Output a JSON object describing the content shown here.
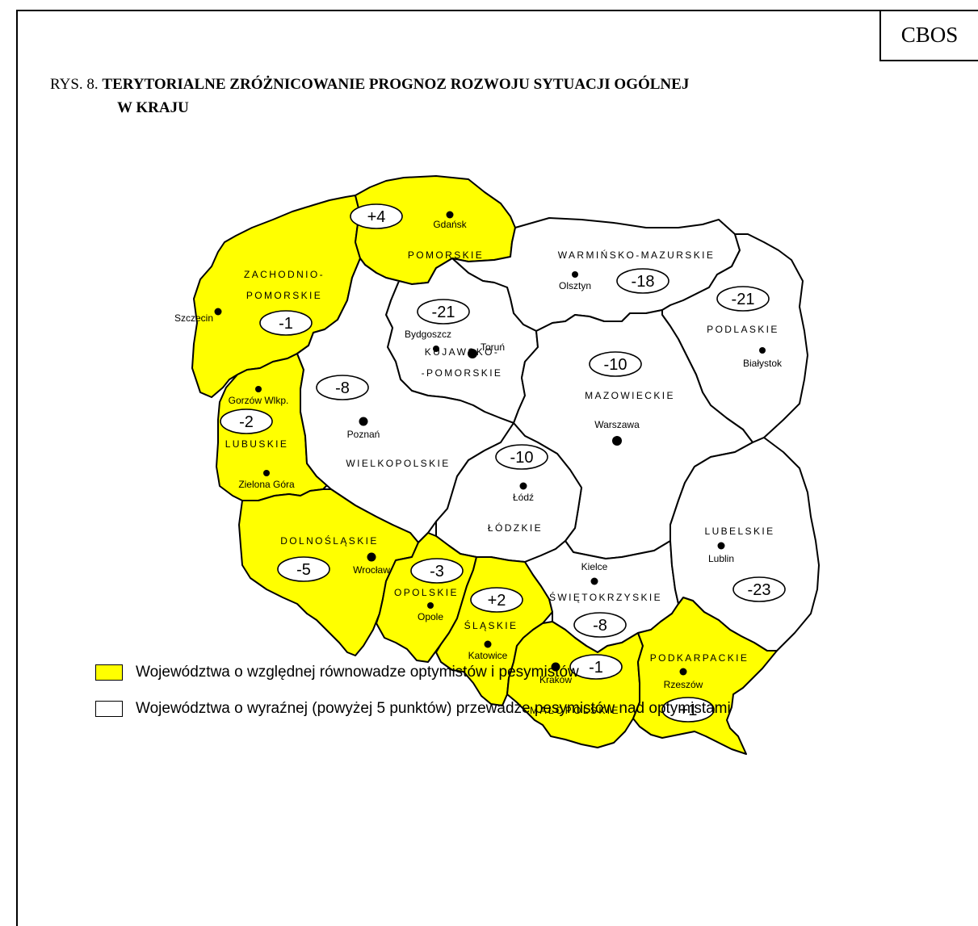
{
  "brand": "CBOS",
  "title": {
    "prefix": "RYS. 8.",
    "line1": "TERYTORIALNE ZRÓŻNICOWANIE PROGNOZ ROZWOJU SYTUACJI OGÓLNEJ",
    "line2": "W  KRAJU"
  },
  "colors": {
    "balanced": "#FFFF00",
    "pessimistic": "#FFFFFF",
    "border": "#000000"
  },
  "regions": [
    {
      "name": "ZACHODNIO-\nPOMORSKIE",
      "value": "-1",
      "category": "balanced"
    },
    {
      "name": "POMORSKIE",
      "value": "+4",
      "category": "balanced"
    },
    {
      "name": "WARMIŃSKO-MAZURSKIE",
      "value": "-18",
      "category": "pessimistic"
    },
    {
      "name": "PODLASKIE",
      "value": "-21",
      "category": "pessimistic"
    },
    {
      "name": "KUJAWSKO-\n-POMORSKIE",
      "value": "-21",
      "category": "pessimistic"
    },
    {
      "name": "LUBUSKIE",
      "value": "-2",
      "category": "balanced"
    },
    {
      "name": "WIELKOPOLSKIE",
      "value": "-8",
      "category": "pessimistic"
    },
    {
      "name": "MAZOWIECKIE",
      "value": "-10",
      "category": "pessimistic"
    },
    {
      "name": "ŁÓDZKIE",
      "value": "-10",
      "category": "pessimistic"
    },
    {
      "name": "DOLNOŚLĄSKIE",
      "value": "-5",
      "category": "balanced"
    },
    {
      "name": "OPOLSKIE",
      "value": "-3",
      "category": "balanced"
    },
    {
      "name": "ŚLĄSKIE",
      "value": "+2",
      "category": "balanced"
    },
    {
      "name": "ŚWIĘTOKRZYSKIE",
      "value": "-8",
      "category": "pessimistic"
    },
    {
      "name": "MAŁOPOLSKIE",
      "value": "-1",
      "category": "balanced"
    },
    {
      "name": "PODKARPACKIE",
      "value": "+1",
      "category": "balanced"
    },
    {
      "name": "LUBELSKIE",
      "value": "-23",
      "category": "pessimistic"
    }
  ],
  "cities": [
    "Szczecin",
    "Gdańsk",
    "Olsztyn",
    "Białystok",
    "Bydgoszcz",
    "Toruń",
    "Gorzów Wlkp.",
    "Poznań",
    "Warszawa",
    "Zielona Góra",
    "Łódź",
    "Wrocław",
    "Opole",
    "Kielce",
    "Lublin",
    "Katowice",
    "Kraków",
    "Rzeszów"
  ],
  "legend": [
    {
      "label": "Województwa o względnej równowadze optymistów i pesymistów",
      "color": "#FFFF00"
    },
    {
      "label": "Województwa o wyraźnej (powyżej 5 punktów) przewadze pesymistów nad optymistami",
      "color": "#FFFFFF"
    }
  ]
}
